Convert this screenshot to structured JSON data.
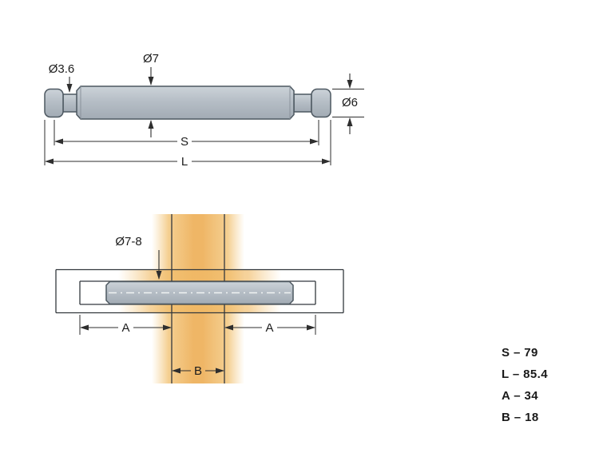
{
  "page": {
    "background": "#ffffff"
  },
  "side_view": {
    "labels": {
      "pin_diameter": "Ø3.6",
      "shaft_diameter": "Ø7",
      "cap_diameter": "Ø6",
      "span_s": "S",
      "overall_length": "L"
    }
  },
  "section_view": {
    "labels": {
      "hole_diameter": "Ø7-8",
      "depth_left": "A",
      "depth_right": "A",
      "gap_width": "B"
    }
  },
  "legend": {
    "items": [
      {
        "name": "S",
        "value": "79",
        "text": "S – 79"
      },
      {
        "name": "L",
        "value": "85.4",
        "text": "L – 85.4"
      },
      {
        "name": "A",
        "value": "34",
        "text": "A – 34"
      },
      {
        "name": "B",
        "value": "18",
        "text": "B – 18"
      }
    ]
  },
  "colors": {
    "background": "#ffffff",
    "metal_light": "#ccd3d9",
    "metal_mid": "#b6bec6",
    "metal_dark": "#a2abb4",
    "metal_stroke": "#4d5861",
    "wood_orange": "#eeb25e",
    "line": "#2e2e2e",
    "text": "#1c1c1c"
  }
}
